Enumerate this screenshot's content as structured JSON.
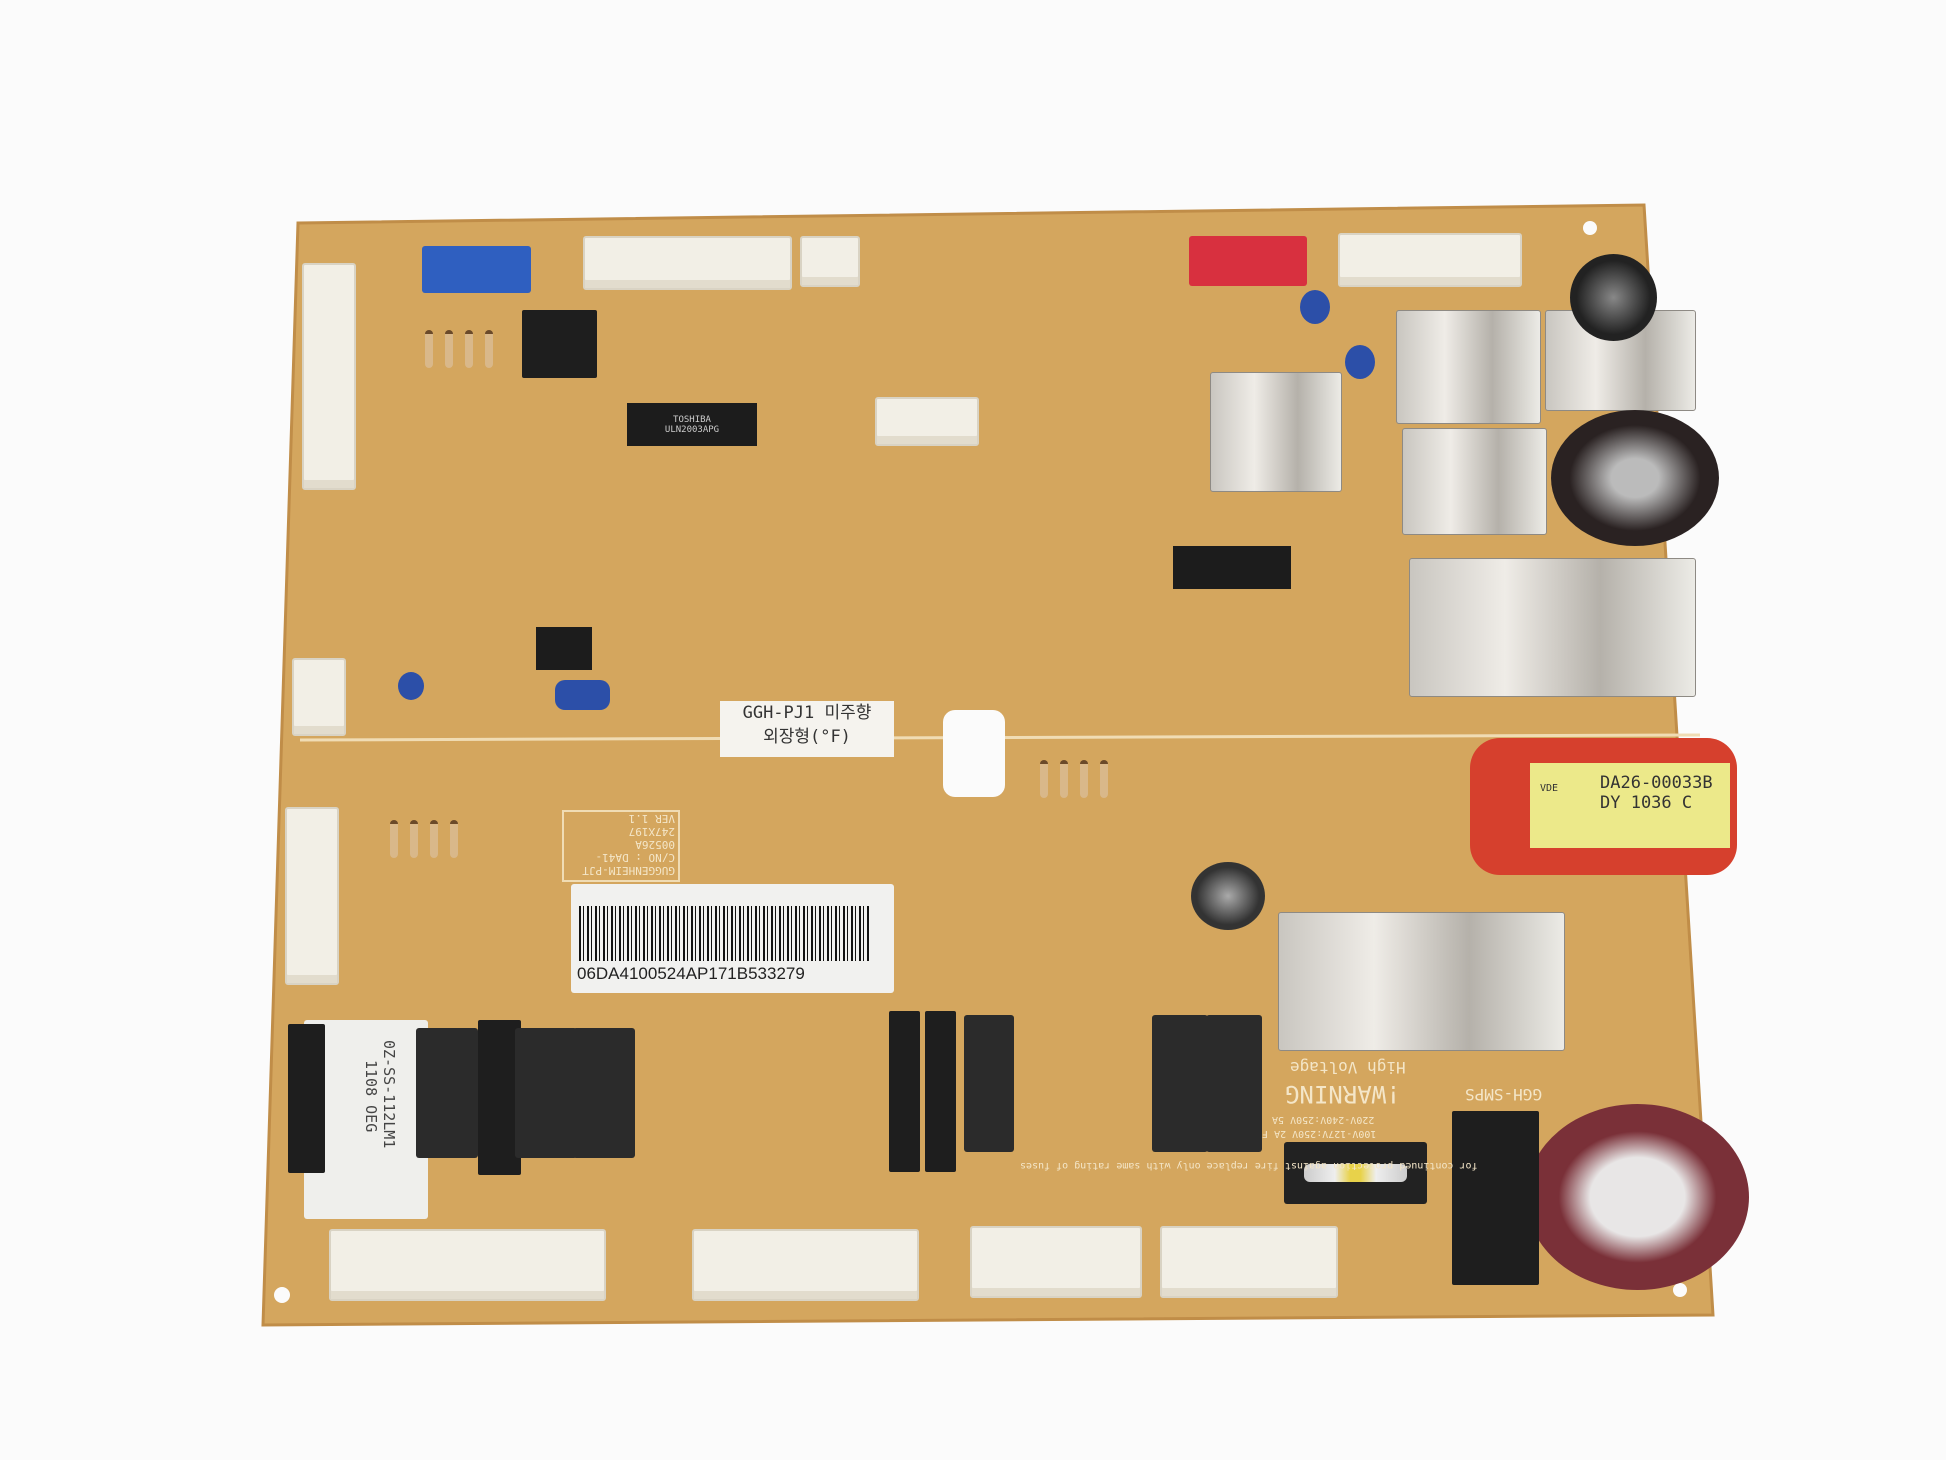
{
  "sticker": {
    "line1": "GGH-PJ1 미주향",
    "line2": "외장형(°F)"
  },
  "barcode": {
    "number": "06DA4100524AP171B533279"
  },
  "board_info": {
    "name": "GUGGENHEIM-PJT",
    "cno": "C/NO : DA41-00526A",
    "size": "247X197",
    "ver": "VER 1.1"
  },
  "transformer": {
    "logo": "VDE",
    "part": "DA26-00033B",
    "code": "DY 1036 C"
  },
  "relay": {
    "model": "0Z-SS-112LM1",
    "code": "1108 OEG"
  },
  "ic": {
    "brand": "TOSHIBA",
    "model": "ULN2003APG"
  },
  "warning": {
    "title": "!WARNING",
    "sub": "High Voltage",
    "smps": "GGH-SMPS",
    "fuse1": "100V-127V:250V 2A F",
    "fuse2": "220V-240V:250V 5A",
    "note": "for continued protection against fire replace only with same rating of fuses"
  },
  "colors": {
    "board": "#d4a65e",
    "blue_connector": "#2f5fc0",
    "red_connector": "#d8303f"
  }
}
